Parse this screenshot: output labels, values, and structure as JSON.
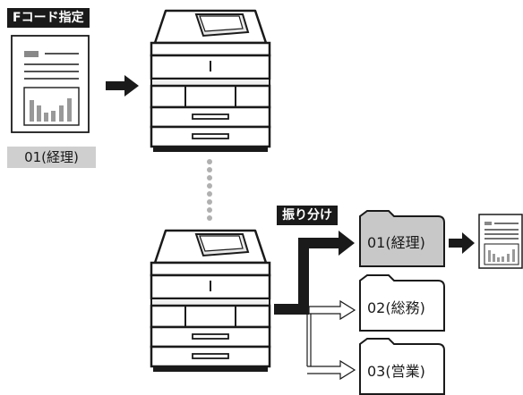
{
  "tags": {
    "fcode": "Fコード指定",
    "sort": "振り分け"
  },
  "source_doc_label": "01(経理)",
  "folders": [
    {
      "label": "01(経理)",
      "highlighted": true
    },
    {
      "label": "02(総務)",
      "highlighted": false
    },
    {
      "label": "03(営業)",
      "highlighted": false
    }
  ],
  "colors": {
    "dark": "#1a1a1a",
    "label_gray": "#cfcfcf",
    "folder_gray": "#c8c8c8",
    "dots": "#b0b0b0"
  },
  "icons": [
    "document-icon",
    "arrow-right-icon",
    "printer-icon",
    "folder-icon"
  ]
}
